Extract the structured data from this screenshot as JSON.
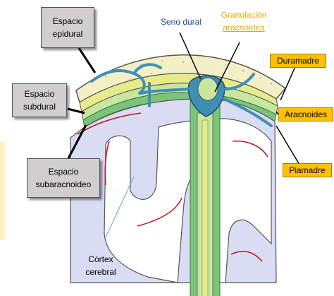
{
  "labels": {
    "espacio_epidural": [
      "Espacio",
      "epidural"
    ],
    "espacio_subdural": [
      "Espacio",
      "subdural"
    ],
    "espacio_subaracnoideo": [
      "Espacio",
      "subaracnoideo"
    ],
    "seno_dural": "Seno dural",
    "granulacion_aracnoidea": [
      "Granulación",
      "aracnoidea"
    ],
    "duramadre": "Duramadre",
    "aracnoides": "Aracnoides",
    "piamadre": "Piamadre",
    "cortex_cerebral": [
      "Córtex",
      "cerebral"
    ]
  },
  "colors": {
    "label_box_gray": "#d0cece",
    "label_box_orange": "#ffc000",
    "seno_dural_text": "#1f4e9b",
    "granulacion_text": "#e6a800",
    "bone": "#f3f0c8",
    "dura": "#e8eb8a",
    "arachnoid": "#c8e6a0",
    "pia_band": "#7cc47a",
    "brain": "#d9dcf2",
    "vessels": "#3f8fb5",
    "cortical_lines": "#c0121b",
    "left_tab": "#fff2c4"
  }
}
